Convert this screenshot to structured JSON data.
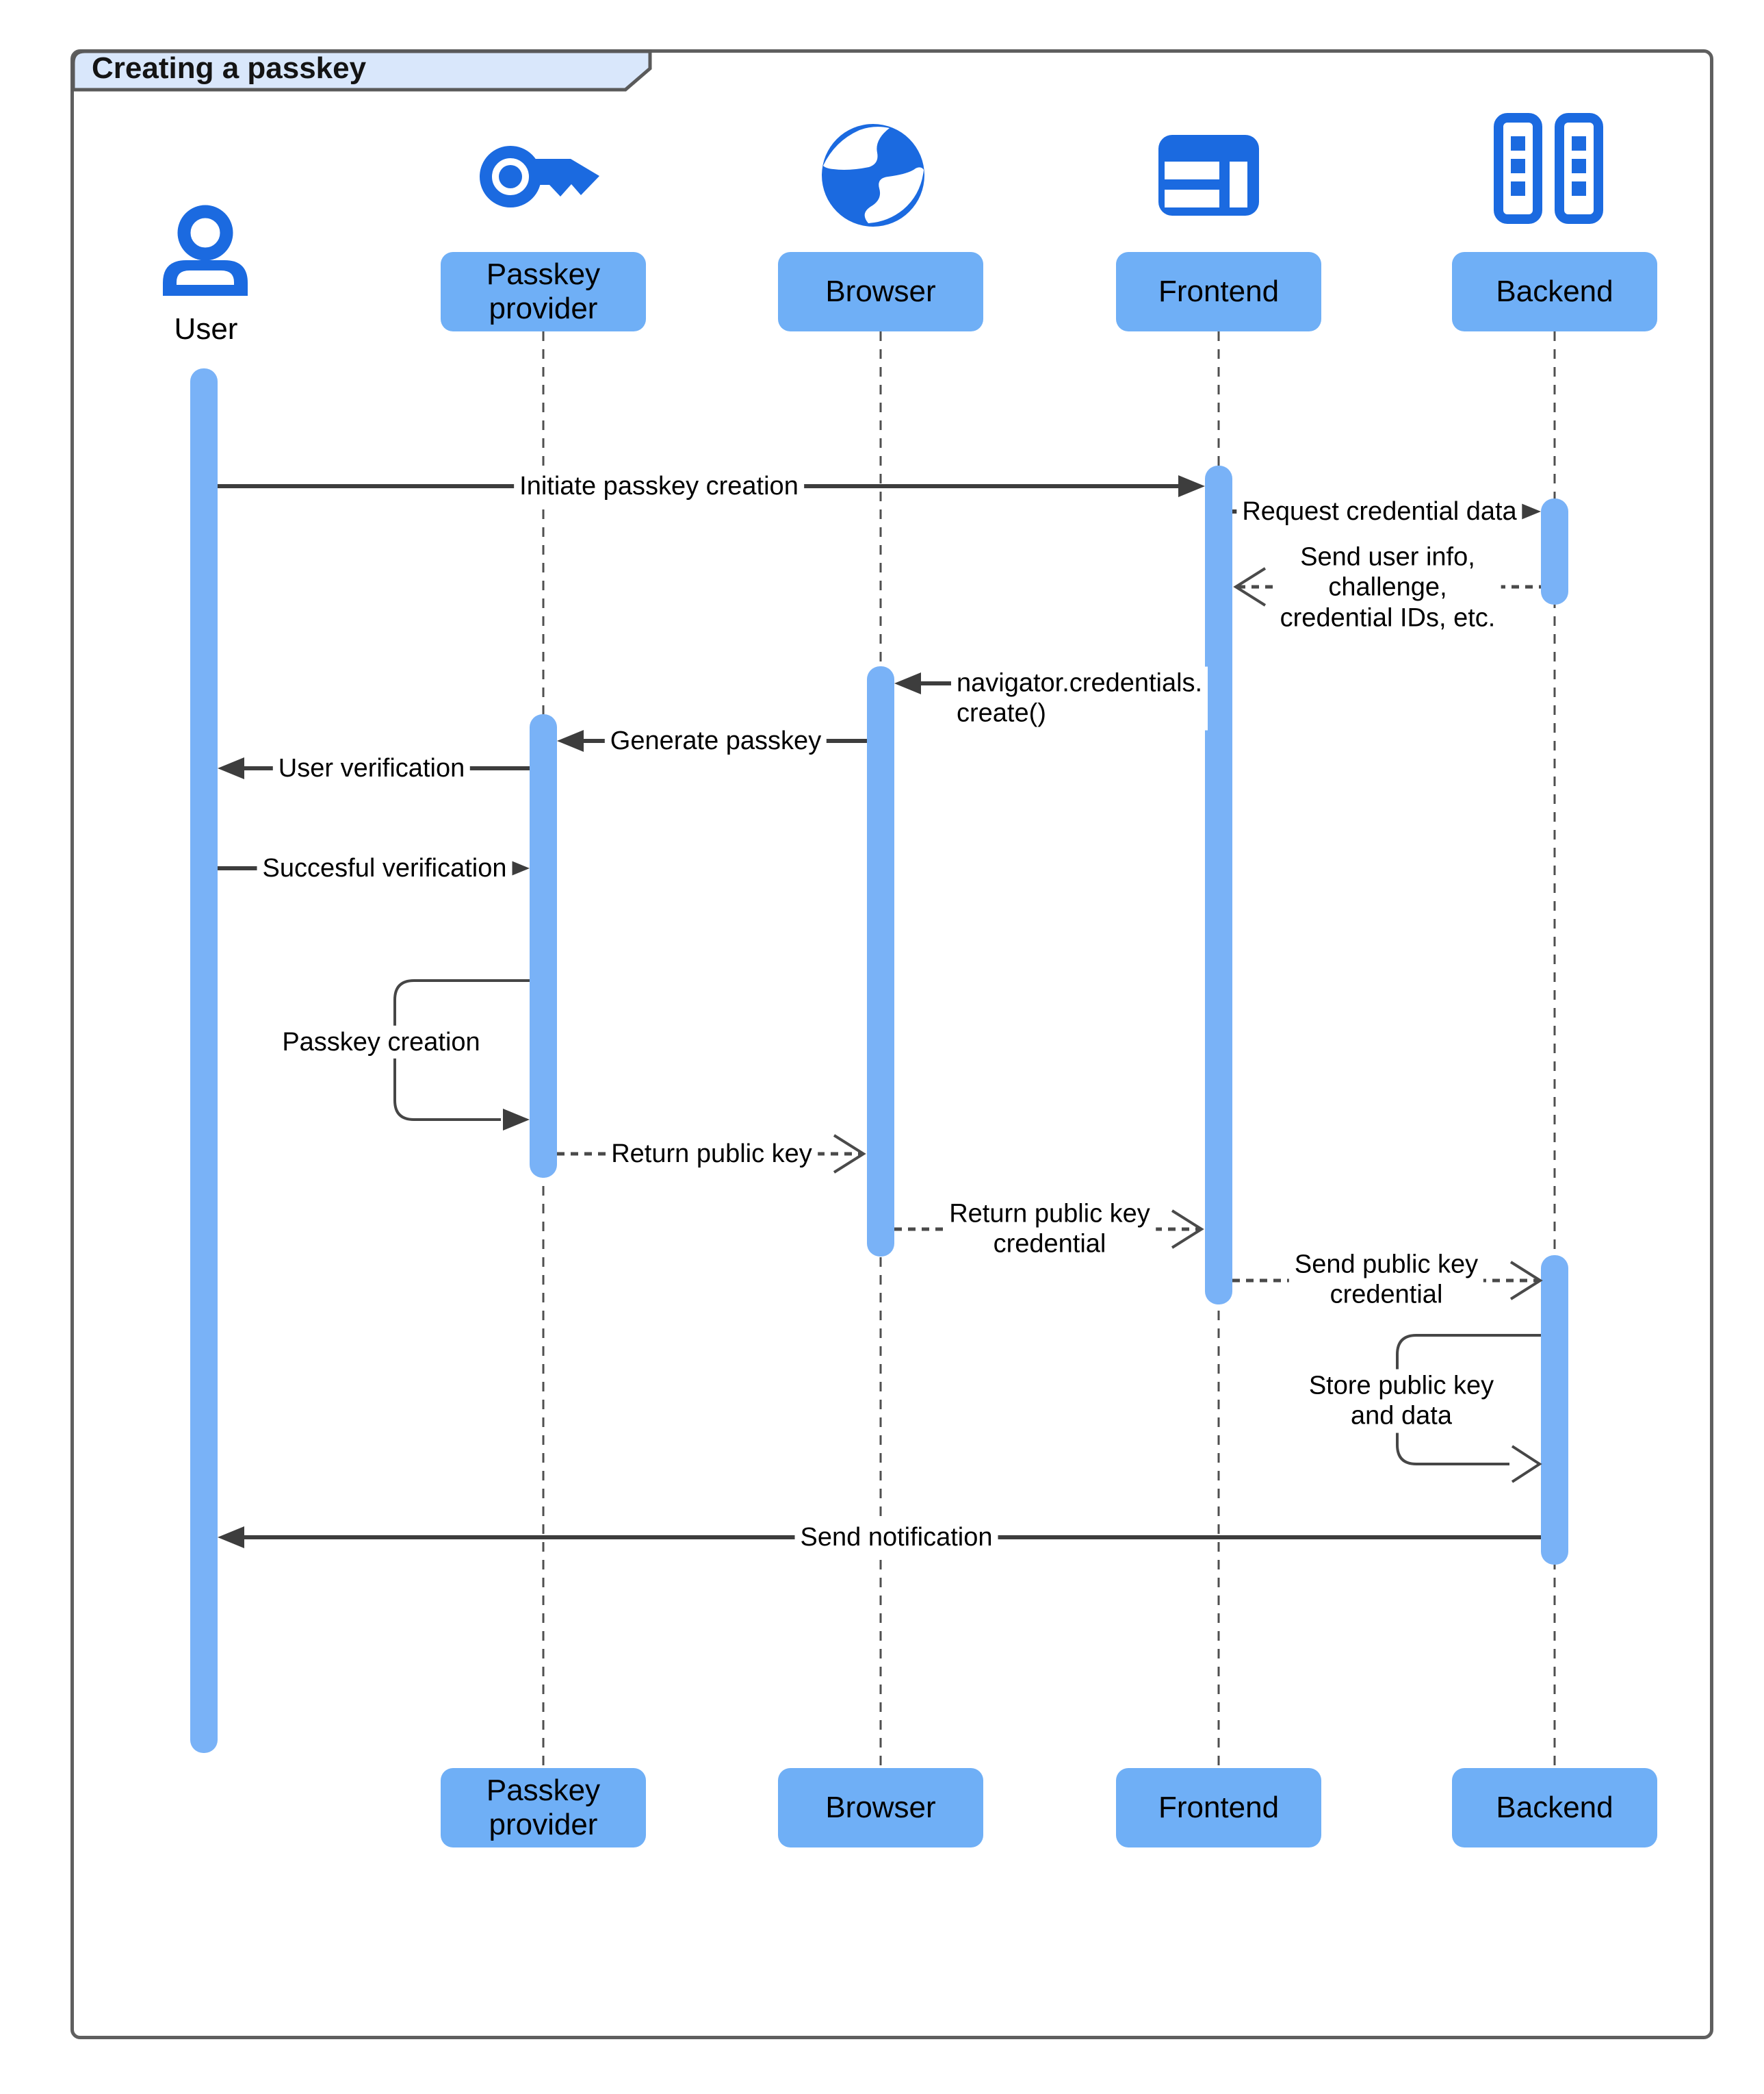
{
  "diagram": {
    "title": "Creating a passkey"
  },
  "actors": [
    {
      "id": "user",
      "label": "User",
      "icon": "person-icon"
    },
    {
      "id": "passkey-provider",
      "label": "Passkey\nprovider",
      "icon": "key-icon"
    },
    {
      "id": "browser",
      "label": "Browser",
      "icon": "globe-icon"
    },
    {
      "id": "frontend",
      "label": "Frontend",
      "icon": "window-icon"
    },
    {
      "id": "backend",
      "label": "Backend",
      "icon": "server-icon"
    }
  ],
  "messages": [
    {
      "label": "Initiate passkey creation",
      "from": "User",
      "to": "Frontend",
      "style": "solid"
    },
    {
      "label": "Request credential data",
      "from": "Frontend",
      "to": "Backend",
      "style": "solid"
    },
    {
      "label": "Send user info,\nchallenge,\ncredential IDs, etc.",
      "from": "Backend",
      "to": "Frontend",
      "style": "dashed"
    },
    {
      "label": "navigator.credentials.\ncreate()",
      "from": "Frontend",
      "to": "Browser",
      "style": "solid"
    },
    {
      "label": "Generate passkey",
      "from": "Browser",
      "to": "Passkey provider",
      "style": "solid"
    },
    {
      "label": "User verification",
      "from": "Passkey provider",
      "to": "User",
      "style": "solid"
    },
    {
      "label": "Succesful verification",
      "from": "User",
      "to": "Passkey provider",
      "style": "solid"
    },
    {
      "label": "Passkey creation",
      "from": "Passkey provider",
      "to": "Passkey provider",
      "style": "self-loop"
    },
    {
      "label": "Return public key",
      "from": "Passkey provider",
      "to": "Browser",
      "style": "dashed"
    },
    {
      "label": "Return public key\ncredential",
      "from": "Browser",
      "to": "Frontend",
      "style": "dashed"
    },
    {
      "label": "Send public key\ncredential",
      "from": "Frontend",
      "to": "Backend",
      "style": "dashed"
    },
    {
      "label": "Store public key\nand data",
      "from": "Backend",
      "to": "Backend",
      "style": "self-loop"
    },
    {
      "label": "Send notification",
      "from": "Backend",
      "to": "User",
      "style": "solid"
    }
  ],
  "colors": {
    "icon_blue": "#1b6ae0",
    "node_fill": "#6faff6",
    "activation_fill": "#79b2f7",
    "title_tab_fill": "#d9e7fb",
    "frame_border": "#5f5f5f",
    "line_dark": "#3d3d3d"
  }
}
